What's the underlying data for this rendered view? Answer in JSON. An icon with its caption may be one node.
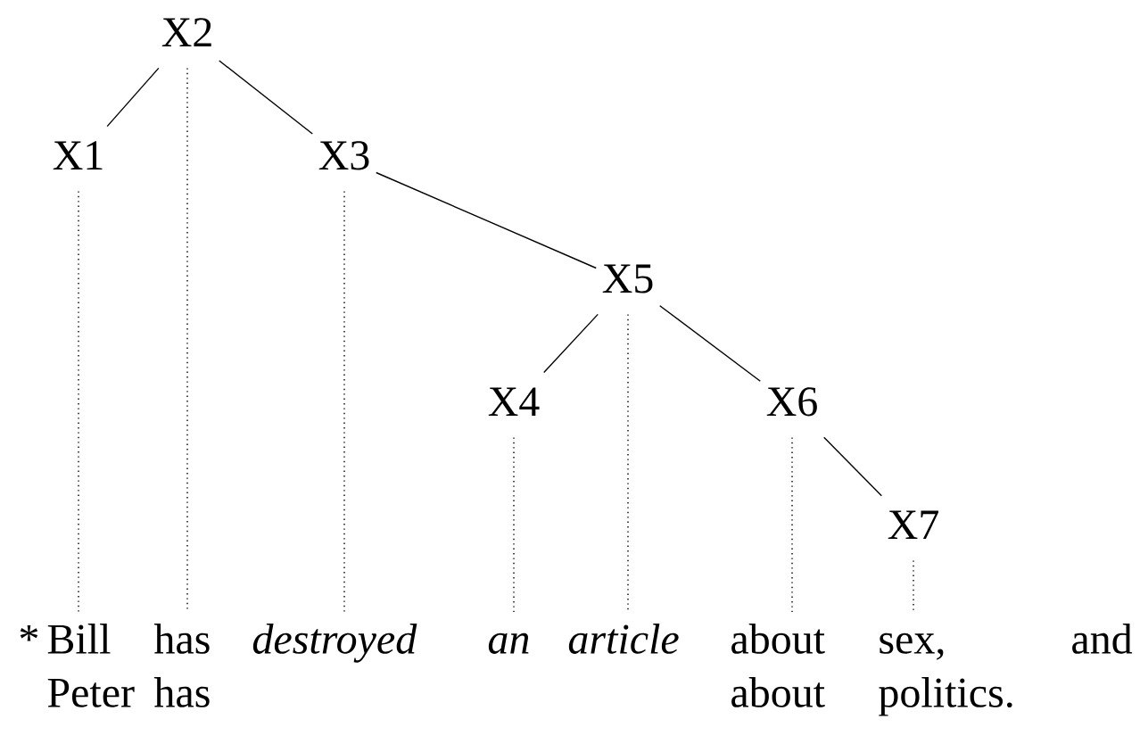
{
  "diagram": {
    "nodes": [
      {
        "text": [
          "X2"
        ]
      },
      {
        "text": [
          "X1"
        ]
      },
      {
        "text": [
          "X3"
        ]
      },
      {
        "text": [
          "X5"
        ]
      },
      {
        "text": [
          "X4"
        ]
      },
      {
        "text": [
          "X6"
        ]
      },
      {
        "text": [
          "X7"
        ]
      },
      {
        "text": [
          "Bill",
          "Peter"
        ]
      },
      {
        "text": [
          "has",
          "has"
        ]
      },
      {
        "text": [
          "*destroyed*"
        ]
      },
      {
        "text": [
          "*an*"
        ]
      },
      {
        "text": [
          "*article*"
        ]
      },
      {
        "text": [
          "about",
          "about"
        ]
      },
      {
        "text": [
          "sex,",
          "politics."
        ]
      }
    ],
    "edges": [
      {
        "from": 0,
        "to": 1,
        "arrow": "none"
      },
      {
        "from": 0,
        "to": 2,
        "arrow": "none"
      },
      {
        "from": 2,
        "to": 3,
        "arrow": "none"
      },
      {
        "from": 3,
        "to": 4,
        "arrow": "none"
      },
      {
        "from": 3,
        "to": 5,
        "arrow": "none"
      },
      {
        "from": 5,
        "to": 6,
        "arrow": "none"
      },
      {
        "from": 1,
        "to": 7,
        "arrow": "none",
        "style": "dashed"
      },
      {
        "from": 0,
        "to": 8,
        "arrow": "none",
        "style": "dashed"
      },
      {
        "from": 2,
        "to": 9,
        "arrow": "none",
        "style": "dashed"
      },
      {
        "from": 4,
        "to": 10,
        "arrow": "none",
        "style": "dashed"
      },
      {
        "from": 3,
        "to": 11,
        "arrow": "none",
        "style": "dashed"
      },
      {
        "from": 5,
        "to": 12,
        "arrow": "none",
        "style": "dashed"
      },
      {
        "from": 6,
        "to": 13,
        "arrow": "none",
        "style": "dashed"
      }
    ],
    "labels": [
      "*",
      "and"
    ]
  }
}
